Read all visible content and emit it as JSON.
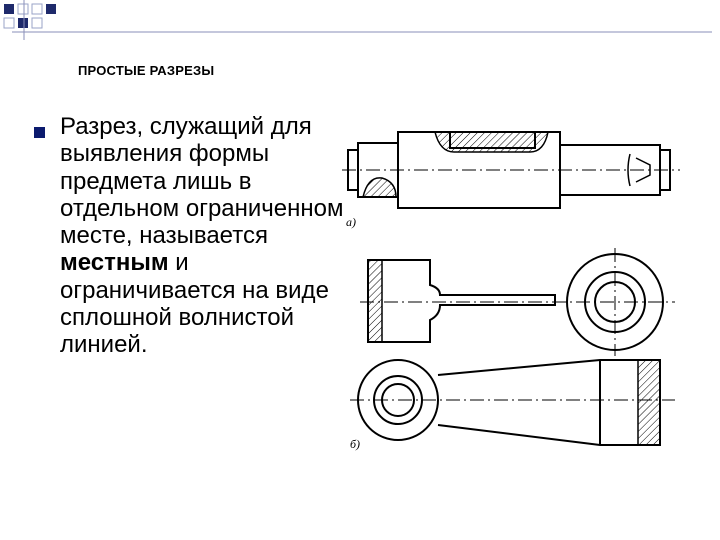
{
  "slide": {
    "title": "ПРОСТЫЕ РАЗРЕЗЫ",
    "body_before": "Разрез, служащий для выявления формы предмета лишь в отдельном ограниченном месте, называется ",
    "body_bold": "местным",
    "body_after": " и ограничивается на виде сплошной волнистой линией."
  },
  "figure": {
    "label_a": "а)",
    "label_b": "б)"
  },
  "colors": {
    "bullet": "#0b1a6e",
    "corner_squares": "#1f2a6b",
    "corner_outline": "#9aa3c7"
  }
}
